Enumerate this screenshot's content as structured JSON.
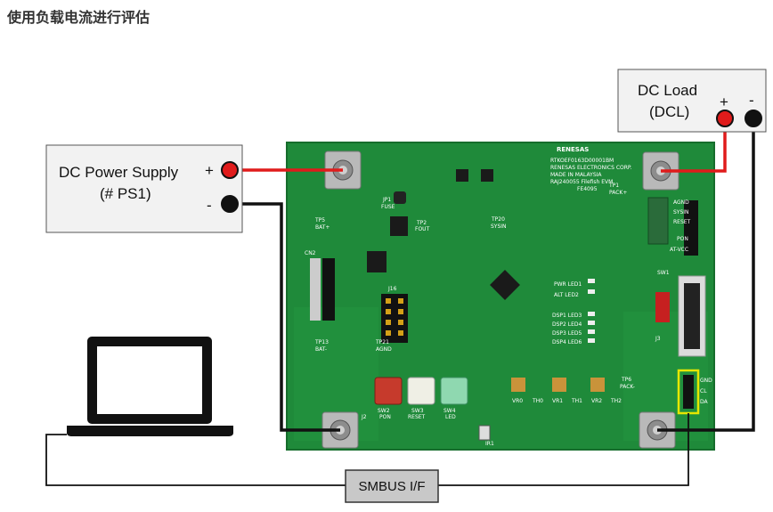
{
  "title": "使用负载电流进行评估",
  "dc_load": {
    "line1": "DC Load",
    "line2": "(DCL)",
    "plus": "+",
    "minus": "-"
  },
  "power_supply": {
    "line1": "DC Power Supply",
    "line2": "(# PS1)",
    "plus": "+",
    "minus": "-"
  },
  "smbus": {
    "label": "SMBUS I/F"
  },
  "board": {
    "brand": "RENESAS",
    "info_lines": [
      "RTKOEF0163D00001BM",
      "RENESAS ELECTRONICS CORP.",
      "MADE IN MALAYSIA",
      "RAJ240055 Filefish EVM",
      "FE4095"
    ],
    "labels": {
      "jp1": "JP1",
      "fuse": "FUSE",
      "tp2": "TP2",
      "fout": "FOUT",
      "tp20": "TP20",
      "sysin": "SYSIN",
      "tp5": "TP5",
      "bat_plus": "BAT+",
      "tp13": "TP13",
      "bat_minus": "BAT-",
      "tp21": "TP21",
      "agnd": "AGND",
      "tp1": "TP1",
      "pack_plus": "PACK+",
      "pwr_led1": "PWR LED1",
      "alt_led2": "ALT LED2",
      "dsp1": "DSP1 LED3",
      "dsp2": "DSP2 LED4",
      "dsp3": "DSP3 LED5",
      "dsp4": "DSP4 LED6",
      "sw1": "SW1",
      "sw2": "SW2",
      "pon": "PON",
      "sw3": "SW3",
      "reset": "RESET",
      "sw4": "SW4",
      "led": "LED",
      "vr0": "VR0",
      "vr1": "VR1",
      "vr2": "VR2",
      "th0": "TH0",
      "th1": "TH1",
      "th2": "TH2",
      "tp6": "TP6",
      "pack_minus": "PACK-",
      "j2": "J2",
      "j3": "J3",
      "j16": "J16",
      "cn2": "CN2",
      "ir1": "IR1",
      "ch_right": [
        "AGND",
        "SYSIN",
        "RESET",
        "PON",
        "AT-VCC"
      ],
      "smbus_pins": [
        "GND",
        "CL",
        "DA"
      ]
    }
  },
  "colors": {
    "pcb": "#1f8a3a",
    "wire_red": "#e01b1b",
    "wire_black": "#111111",
    "box_fill": "#f2f2f2",
    "highlight": "#e6e600"
  }
}
